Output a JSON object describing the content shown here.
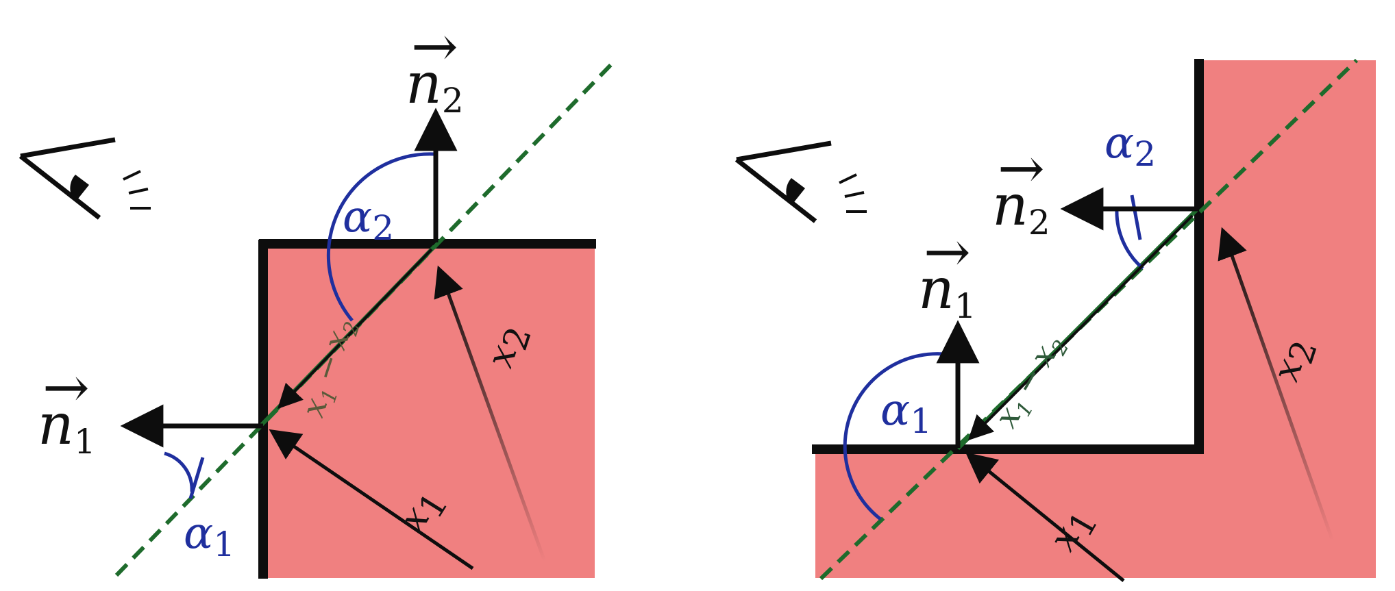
{
  "colors": {
    "solid_fill": "#f08080",
    "wall": "#0d0d0d",
    "view_line": "#1e6b2c",
    "angle_arc": "#1f2f9e",
    "vector": "#0d0d0d"
  },
  "icons": [
    "eye-icon"
  ],
  "labels": {
    "n": "n",
    "one": "1",
    "two": "2",
    "alpha": "α",
    "x": "x",
    "minus": "−"
  }
}
